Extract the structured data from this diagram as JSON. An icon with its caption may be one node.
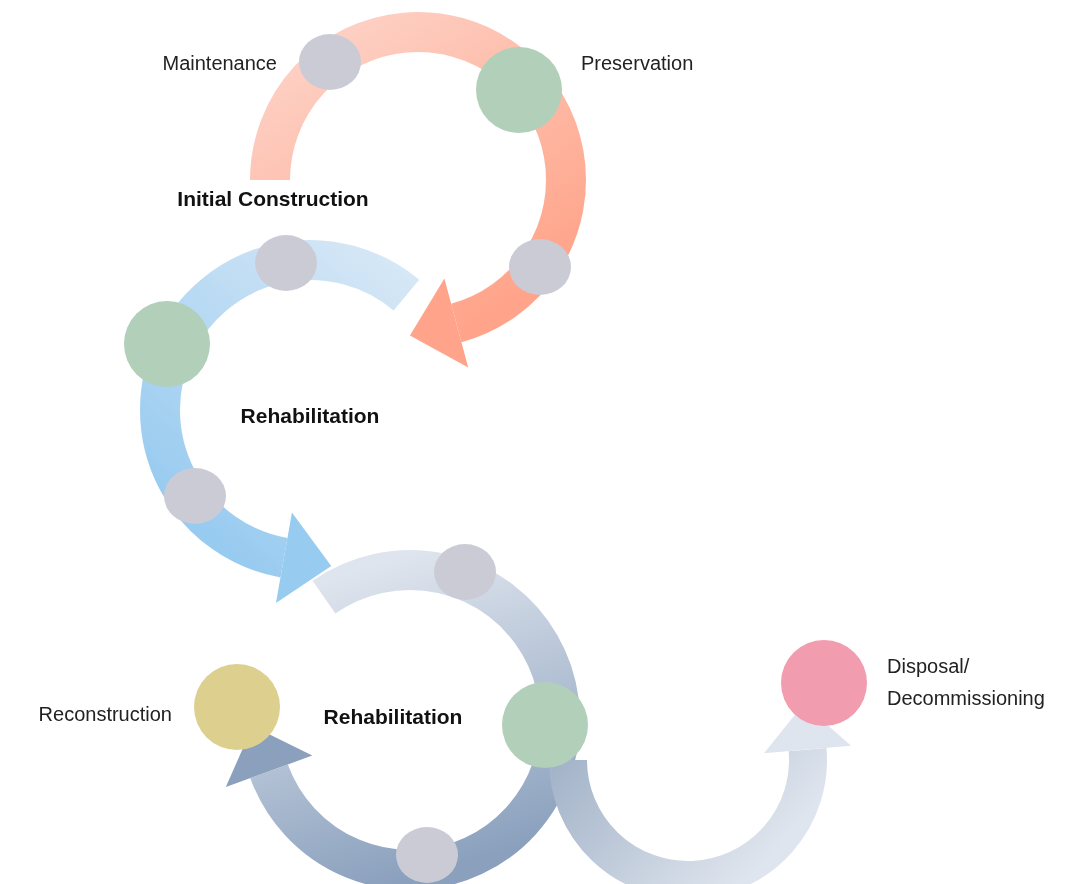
{
  "diagram": {
    "nodes": [
      {
        "text": [],
        "shape": "circle",
        "beside": [
          "Maintenance"
        ]
      },
      {
        "text": [],
        "shape": "circle",
        "beside": [
          "Preservation"
        ]
      },
      {
        "text": [],
        "shape": "circle"
      },
      {
        "text": [],
        "shape": "circle"
      },
      {
        "text": [],
        "shape": "circle"
      },
      {
        "text": [],
        "shape": "circle"
      },
      {
        "text": [],
        "shape": "circle"
      },
      {
        "text": [],
        "shape": "circle",
        "beside": [
          "Reconstruction"
        ]
      },
      {
        "text": [],
        "shape": "circle",
        "beside": [
          "Disposal/ Decommissioning"
        ]
      },
      {
        "text": [],
        "shape": "circle"
      },
      {
        "text": [],
        "shape": "circle"
      }
    ],
    "edges": [],
    "labels": [
      "Initial Construction",
      "Rehabilitation",
      "Rehabilitation"
    ]
  }
}
